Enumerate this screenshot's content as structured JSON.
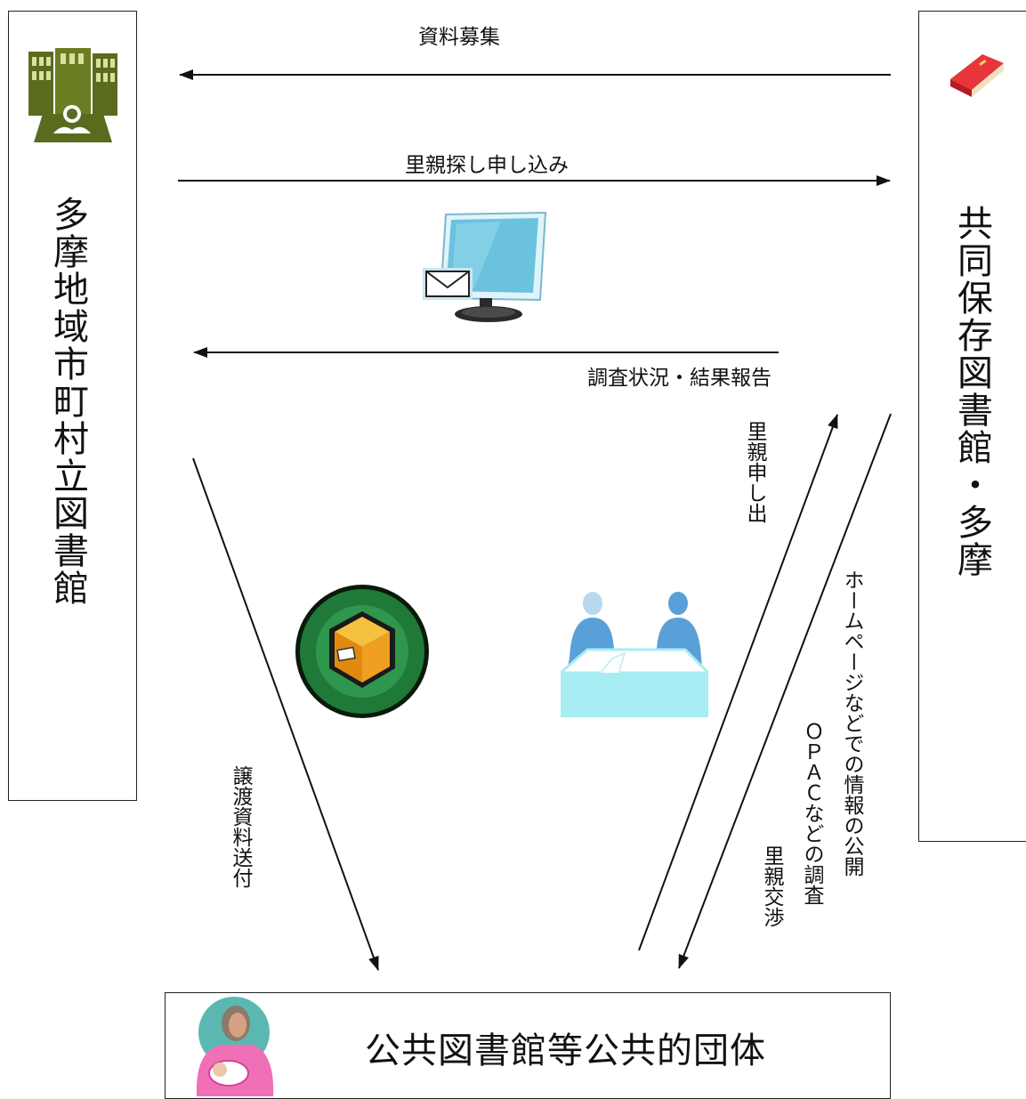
{
  "nodes": {
    "left": "多摩地域市町村立図書館",
    "right": "共同保存図書館・多摩",
    "bottom": "公共図書館等公共的団体"
  },
  "flows": {
    "collect": "資料募集",
    "foster_search": "里親探し申し込み",
    "report": "調査状況・結果報告",
    "foster_offer": "里親申し出",
    "publish": "ホームページなどでの情報の公開",
    "opac": "ＯＰＡＣなどの調査",
    "foster_negotiate": "里親交渉",
    "transfer": "譲渡資料送付"
  },
  "icons": {
    "library": "library-building-icon",
    "book": "red-book-icon",
    "computer": "computer-mail-icon",
    "package": "package-box-icon",
    "meeting": "meeting-people-icon",
    "person": "mother-child-icon"
  },
  "colors": {
    "library_green": "#5a6b1e",
    "book_red": "#d8232a",
    "package_green": "#1f7a3a",
    "package_orange": "#f0a020",
    "meeting_blue": "#5aa0d8",
    "meeting_cyan": "#a8ecf4",
    "person_pink": "#f070b8",
    "person_teal": "#5ab8b0"
  }
}
